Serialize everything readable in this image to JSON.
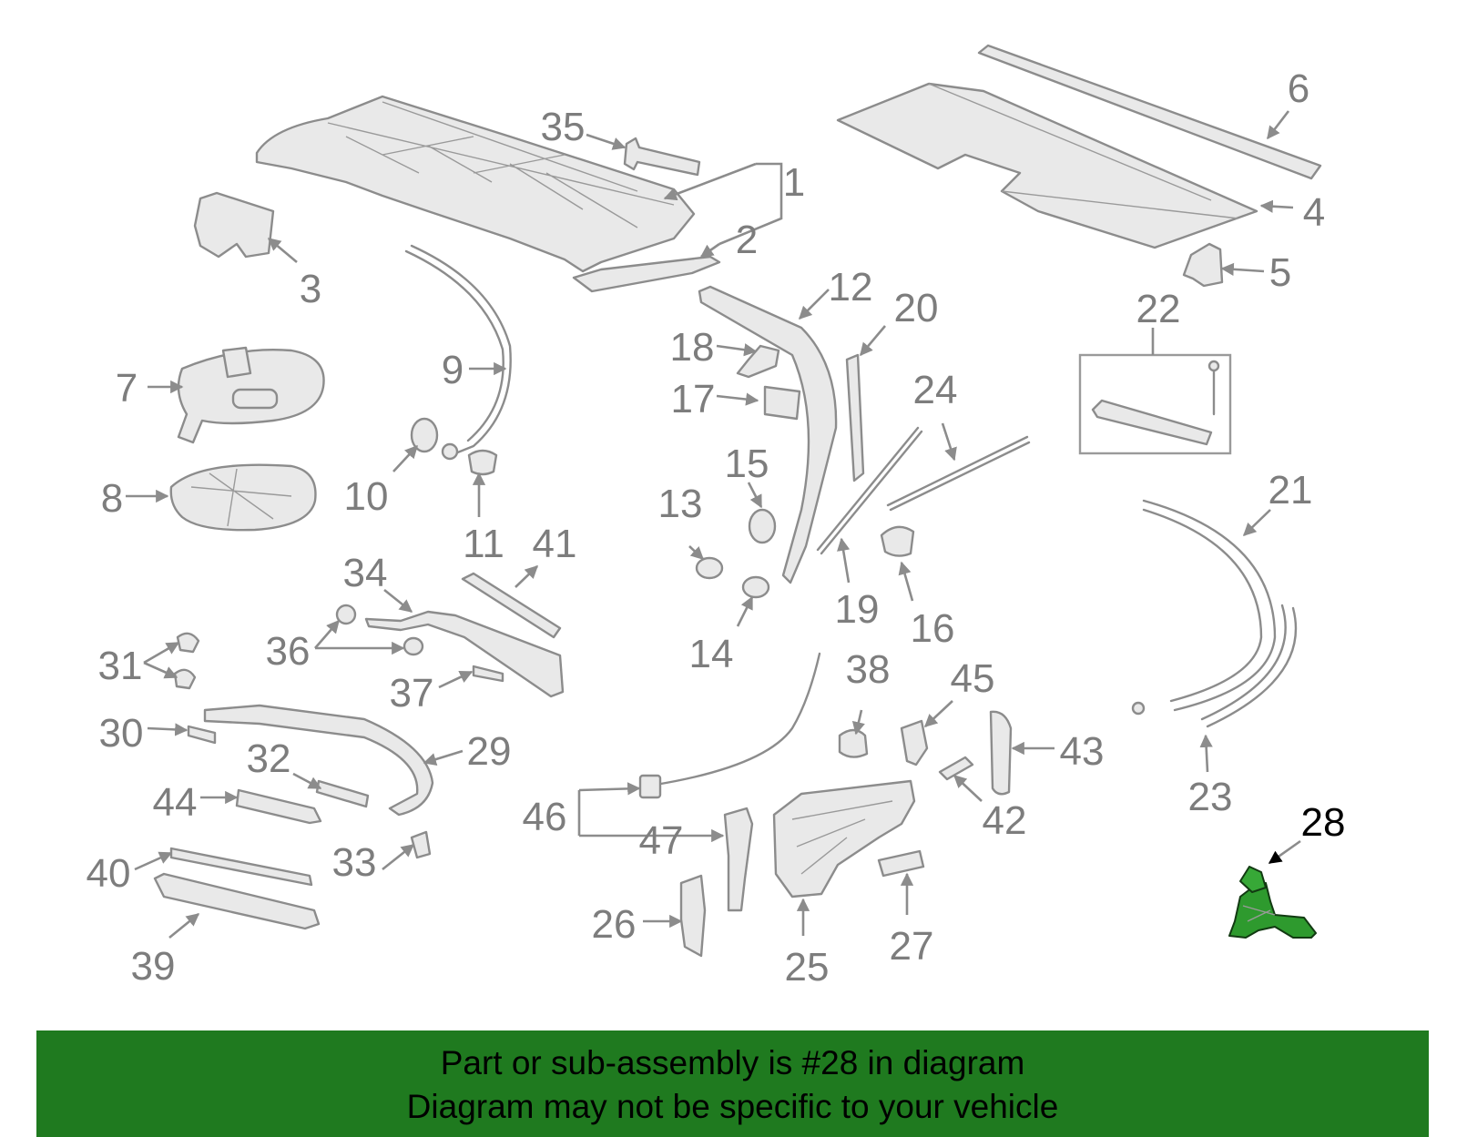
{
  "diagram": {
    "highlight_part": "28",
    "labels": [
      "1",
      "2",
      "3",
      "4",
      "5",
      "6",
      "7",
      "8",
      "9",
      "10",
      "11",
      "12",
      "13",
      "14",
      "15",
      "16",
      "17",
      "18",
      "19",
      "20",
      "21",
      "22",
      "23",
      "24",
      "25",
      "26",
      "27",
      "28",
      "29",
      "30",
      "31",
      "32",
      "33",
      "34",
      "35",
      "36",
      "37",
      "38",
      "39",
      "40",
      "41",
      "42",
      "43",
      "44",
      "45",
      "46",
      "47"
    ],
    "colors": {
      "part_stroke": "#8c8c8c",
      "part_fill": "#e9e9e9",
      "label": "#7d7d7d",
      "highlight": "#2e9a2e",
      "highlight_label": "#000000",
      "banner": "#1f7a1f"
    }
  },
  "banner": {
    "line1": "Part or sub-assembly is #28 in diagram",
    "line2": "Diagram may not be specific to your vehicle"
  }
}
